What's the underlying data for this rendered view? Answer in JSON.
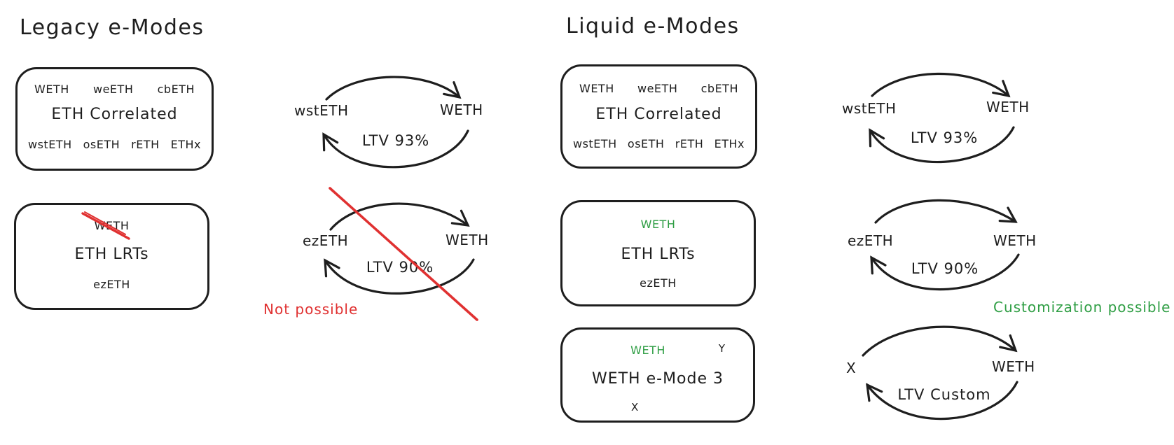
{
  "colors": {
    "ink": "#1e1e1e",
    "red": "#e03131",
    "green": "#2f9e44",
    "background": "#ffffff"
  },
  "legacy": {
    "title": "Legacy e-Modes",
    "correlated_box": {
      "top_tokens": [
        "WETH",
        "weETH",
        "cbETH"
      ],
      "label": "ETH Correlated",
      "bottom_tokens": [
        "wstETH",
        "osETH",
        "rETH",
        "ETHx"
      ]
    },
    "lrt_box": {
      "crossed_token": "WETH",
      "label": "ETH LRTs",
      "token": "ezETH"
    },
    "pair_correlated": {
      "left": "wstETH",
      "right": "WETH",
      "ltv": "LTV 93%"
    },
    "pair_lrt": {
      "left": "ezETH",
      "right": "WETH",
      "ltv": "LTV 90%",
      "annotation": "Not possible"
    }
  },
  "liquid": {
    "title": "Liquid e-Modes",
    "correlated_box": {
      "top_tokens": [
        "WETH",
        "weETH",
        "cbETH"
      ],
      "label": "ETH Correlated",
      "bottom_tokens": [
        "wstETH",
        "osETH",
        "rETH",
        "ETHx"
      ]
    },
    "lrt_box": {
      "highlighted_token": "WETH",
      "label": "ETH LRTs",
      "token": "ezETH"
    },
    "emode3_box": {
      "highlighted_token": "WETH",
      "secondary_token": "Y",
      "label": "WETH e-Mode 3",
      "token": "X"
    },
    "pair_correlated": {
      "left": "wstETH",
      "right": "WETH",
      "ltv": "LTV 93%"
    },
    "pair_lrt": {
      "left": "ezETH",
      "right": "WETH",
      "ltv": "LTV 90%"
    },
    "pair_custom": {
      "left": "X",
      "right": "WETH",
      "ltv": "LTV Custom",
      "annotation": "Customization possible"
    }
  }
}
